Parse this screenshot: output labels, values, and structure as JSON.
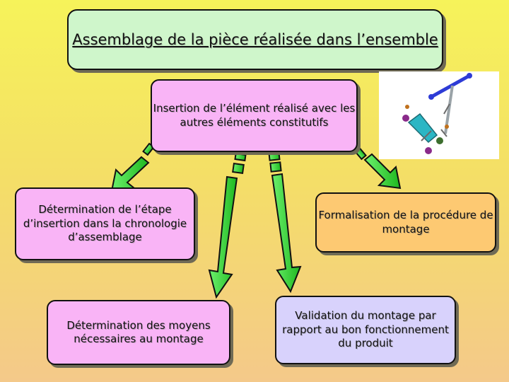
{
  "title": "Assemblage de la pièce réalisée dans l’ensemble",
  "nodes": {
    "insertion": "Insertion de l’élément réalisé avec les autres éléments constitutifs",
    "chronologie": "Détermination de l’étape d’insertion dans la chronologie d’assemblage",
    "formalisation": "Formalisation de la procédure de montage",
    "moyens": "Détermination des moyens nécessaires au montage",
    "validation": "Validation du montage par rapport au bon fonctionnement du produit"
  },
  "image": {
    "subject": "scooter-illustration"
  },
  "colors": {
    "arrow_fill": "#33e033",
    "pink_box": "#f9b4f6",
    "green_box": "#cff6cb",
    "orange_box": "#fdc972",
    "lavender_box": "#d8d2fc"
  }
}
